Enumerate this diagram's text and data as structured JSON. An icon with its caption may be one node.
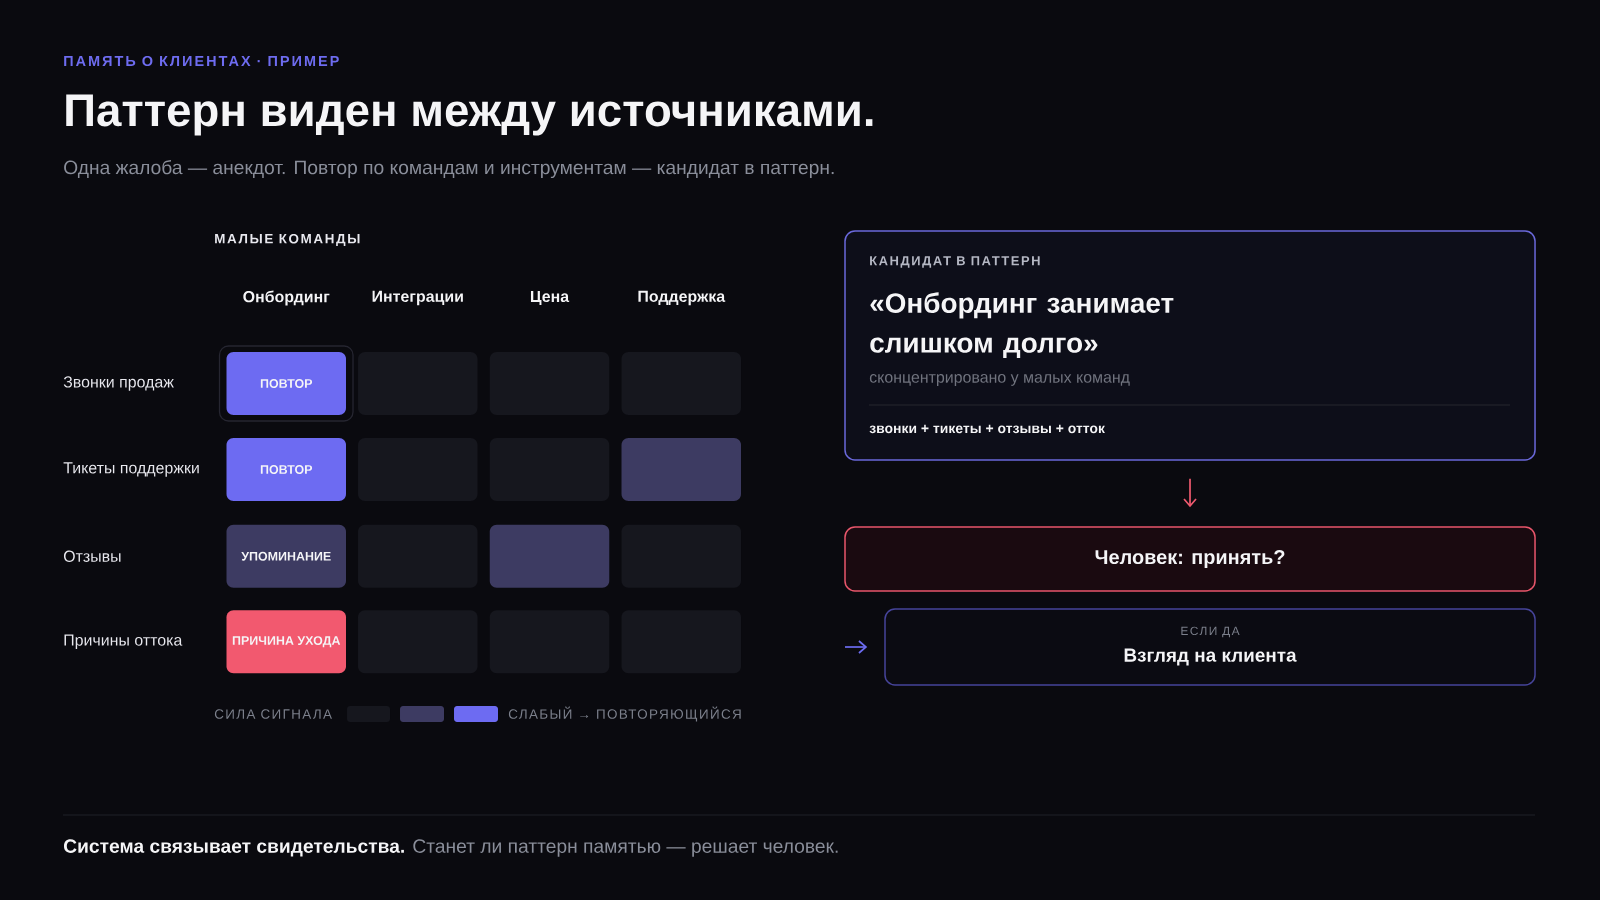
{
  "diagram": {
    "title": "Паттерн виден между источниками.",
    "caption": "**Система связывает свидетельства.** Станет ли паттерн памятью — решает человек.",
    "nodes": [
      {
        "text": [
          "ПОВТОР"
        ]
      },
      {
        "text": [],
        "shape": "box"
      },
      {
        "text": [],
        "shape": "box"
      },
      {
        "text": [],
        "shape": "box"
      },
      {
        "text": [
          "ПОВТОР"
        ]
      },
      {
        "text": [],
        "shape": "box"
      },
      {
        "text": [],
        "shape": "box"
      },
      {
        "text": [],
        "shape": "box"
      },
      {
        "text": [
          "УПОМИНАНИЕ"
        ]
      },
      {
        "text": [],
        "shape": "box"
      },
      {
        "text": [],
        "shape": "box"
      },
      {
        "text": [],
        "shape": "box"
      },
      {
        "text": [
          "ПРИЧИНА УХОДА"
        ]
      },
      {
        "text": [],
        "shape": "box"
      },
      {
        "text": [],
        "shape": "box"
      },
      {
        "text": [],
        "shape": "box"
      },
      {
        "text": [
          "КАНДИДАТ В ПАТТЕРН",
          "«Онбординг занимает слишком долго»",
          "сконцентрировано у малых команд",
          "звонки + тикеты + отзывы + отток"
        ]
      },
      {
        "text": [
          "Человек: принять?"
        ]
      },
      {
        "text": [
          "ЕСЛИ ДА",
          "Взгляд на клиента"
        ]
      }
    ],
    "edges": [
      {
        "from": 16,
        "to": 17,
        "arrow": "to",
        "color": "#ef5a6f"
      },
      {
        "from": null,
        "to": 18,
        "arrow": "to",
        "color": "#6c6cf0"
      }
    ],
    "labels": [
      "ПАМЯТЬ О КЛИЕНТАХ · ПРИМЕР",
      "Одна жалоба — анекдот. Повтор по командам и инструментам — кандидат в паттерн.",
      "МАЛЫЕ КОМАНДЫ",
      "Онбординг",
      "Интеграции",
      "Цена",
      "Поддержка",
      "Звонки продаж",
      "Тикеты поддержки",
      "Отзывы",
      "Причины оттока",
      "СИЛА СИГНАЛА",
      "СЛАБЫЙ → ПОВТОРЯЮЩИЙСЯ"
    ]
  }
}
